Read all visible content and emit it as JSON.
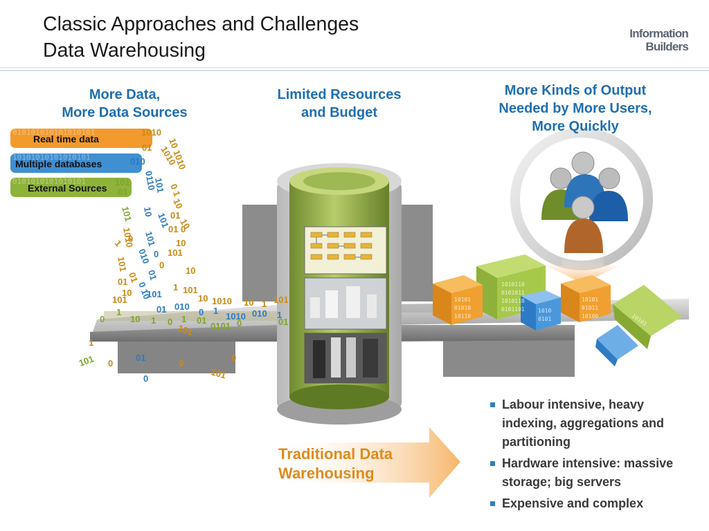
{
  "title": {
    "line1": "Classic Approaches and Challenges",
    "line2": "Data Warehousing"
  },
  "logo": {
    "line1": "Information",
    "line2": "Builders"
  },
  "headings": {
    "data": {
      "line1": "More Data,",
      "line2": "More Data Sources"
    },
    "resources": {
      "line1": "Limited Resources",
      "line2": "and Budget"
    },
    "output": {
      "line1": "More Kinds of Output",
      "line2": "Needed by More Users,",
      "line3": "More Quickly"
    }
  },
  "sources": [
    {
      "label": "Real time data",
      "color": "#f39a2d"
    },
    {
      "label": "Multiple databases",
      "color": "#3f8fd1"
    },
    {
      "label": "External Sources",
      "color": "#8db33a"
    }
  ],
  "arrow_label": {
    "line1": "Traditional Data",
    "line2": "Warehousing"
  },
  "bullets": [
    {
      "text": "Labour intensive, heavy indexing, aggregations and partitioning"
    },
    {
      "text": "Hardware intensive: massive storage; big servers"
    },
    {
      "text": "Expensive and complex"
    }
  ],
  "colors": {
    "heading_blue": "#1f6fb2",
    "accent_orange": "#e08a1c",
    "cube_orange": "#f0a030",
    "cube_green": "#a6c94a",
    "cube_blue": "#4a98dc"
  },
  "icons": [
    "users-group-icon",
    "data-cube-icon",
    "warehouse-cylinder-icon",
    "conveyor-belt-icon"
  ]
}
